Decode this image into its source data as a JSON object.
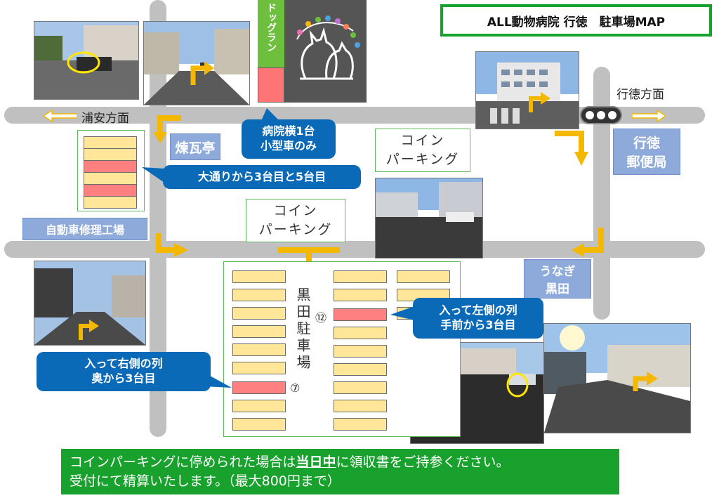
{
  "title": "ALL動物病院 行徳　駐車場MAP",
  "directions": {
    "urayasu": "浦安方面",
    "gyotoku": "行徳方面"
  },
  "dogrun": "ドッグラン",
  "landmarks": {
    "rengatei": "煉瓦亭",
    "post_office": "行徳\n郵便局",
    "repair_shop": "自動車修理工場",
    "unagi": "うなぎ\n黒田"
  },
  "coin_parking_1": "コイン\nパーキング",
  "coin_parking_2": "コイン\nパーキング",
  "lot_name": "黒田駐車場",
  "slot_numbers": {
    "left": "⑦",
    "right": "⑫"
  },
  "callouts": {
    "hospital_side": "病院横1台\n小型車のみ",
    "main_street": "大通りから3台目と5台目",
    "right_row": "入って右側の列\n奥から3台目",
    "left_row": "入って左側の列\n手前から3台目"
  },
  "notice": {
    "line1_pre": "コインパーキングに停められた場合は",
    "line1_em": "当日中",
    "line1_post": "に領収書をご持参ください。",
    "line2": "受付にて精算いたします。（最大800円まで）"
  },
  "colors": {
    "accent_green": "#19a12e",
    "callout_blue": "#0a6ab8",
    "label_blue": "#8eaadb",
    "slot_yellow": "#ffe699",
    "slot_red": "#ff8080",
    "arrow_orange": "#f5b800"
  }
}
